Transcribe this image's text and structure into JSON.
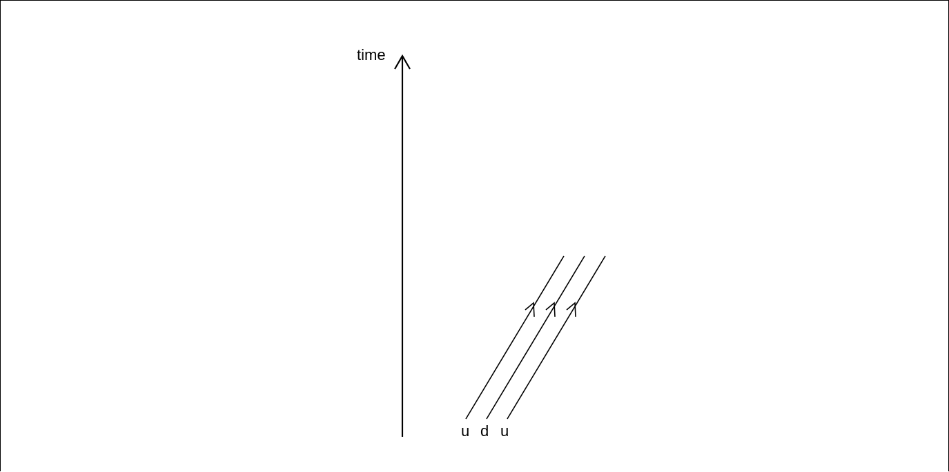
{
  "diagram": {
    "time_axis": {
      "label": "time"
    },
    "quarks": [
      {
        "label": "u"
      },
      {
        "label": "d"
      },
      {
        "label": "u"
      }
    ],
    "colors": {
      "stroke": "#000000",
      "background": "#ffffff"
    }
  }
}
